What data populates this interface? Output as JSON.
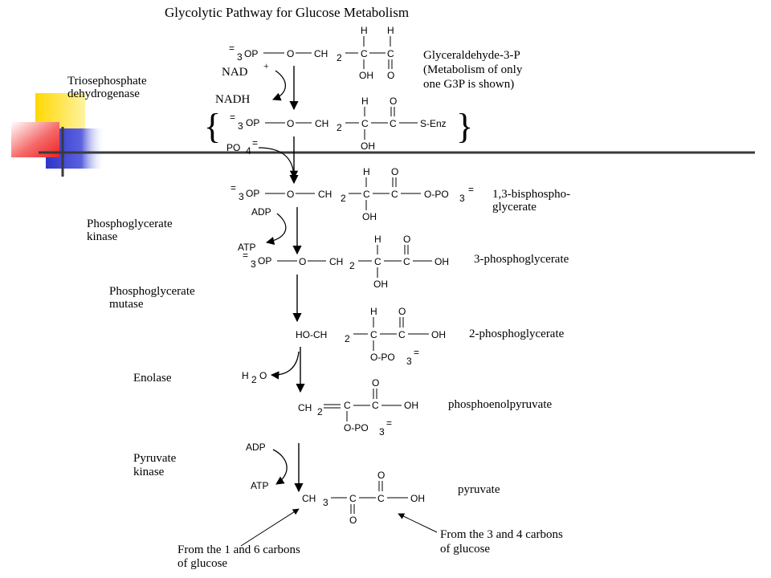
{
  "title": "Glycolytic Pathway for Glucose Metabolism",
  "enzymes": {
    "triosephosphate_dh": [
      "Triosephosphate",
      "dehydrogenase"
    ],
    "phosphoglycerate_kinase": [
      "Phosphoglycerate",
      "kinase"
    ],
    "phosphoglycerate_mutase": [
      "Phosphoglycerate",
      "mutase"
    ],
    "enolase": [
      "Enolase"
    ],
    "pyruvate_kinase": [
      "Pyruvate",
      "kinase"
    ]
  },
  "compounds": {
    "g3p": [
      "Glyceraldehyde-3-P",
      "(Metabolism of only",
      "one G3P is shown)"
    ],
    "bpg": [
      "1,3-bisphospho-",
      "glycerate"
    ],
    "pg3": "3-phosphoglycerate",
    "pg2": "2-phosphoglycerate",
    "pep": "phosphoenolpyruvate",
    "pyr": "pyruvate"
  },
  "cofactors": {
    "nad": "NAD",
    "nad_plus": "+",
    "nadh": "NADH",
    "po4": "PO",
    "po4_sub": "4",
    "adp": "ADP",
    "atp": "ATP",
    "h2o_h": "H",
    "h2o_sub": "2",
    "h2o_o": "O"
  },
  "atoms": {
    "eq": "=",
    "three": "3",
    "two": "2",
    "op": "OP",
    "o": "O",
    "ch": "CH",
    "c": "C",
    "h": "H",
    "oh": "OH",
    "s_enz": "S-Enz",
    "o_po": "O-PO",
    "ho_ch": "HO-CH",
    "brace_open": "{",
    "brace_close": "}"
  },
  "notes": {
    "left": [
      "From the 1 and 6 carbons",
      "of glucose"
    ],
    "right": [
      "From the 3 and 4 carbons",
      "of glucose"
    ]
  },
  "colors": {
    "yellow": "#ffd800",
    "blue": "#2f35c8",
    "red": "#f32b2b",
    "rule": "#3a3a3a"
  }
}
